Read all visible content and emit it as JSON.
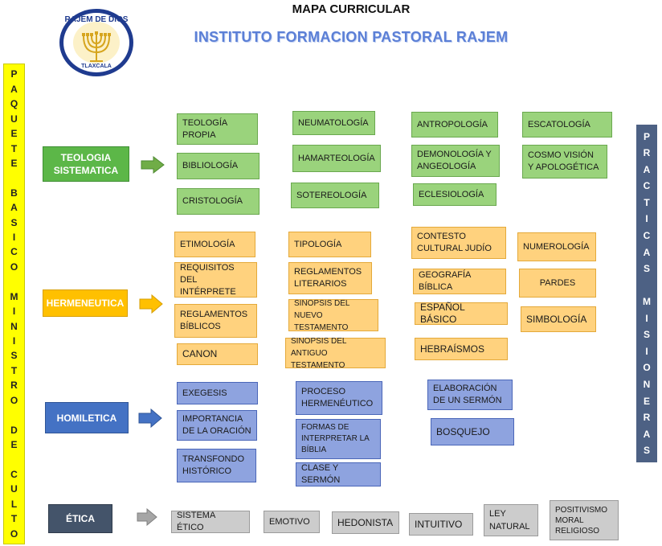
{
  "header": {
    "title": "MAPA CURRICULAR",
    "subtitle": "INSTITUTO FORMACION PASTORAL RAJEM",
    "logo_top": "RAJEM DE DIOS",
    "logo_bottom": "TLAXCALA"
  },
  "left_bar": "PAQUETE BASICO MINISTRO DE CULTO",
  "right_bar": "PRACTICAS MISIONERAS",
  "categories": {
    "teologia": "TEOLOGIA SISTEMATICA",
    "hermeneutica": "HERMENEUTICA",
    "homiletica": "HOMILETICA",
    "etica": "ÉTICA"
  },
  "teologia_items": [
    "TEOLOGÍA PROPIA",
    "BIBLIOLOGÍA",
    "CRISTOLOGÍA",
    "NEUMATOLOGÍA",
    "HAMARTEOLOGÍA",
    "SOTEREOLOGÍA",
    "ANTROPOLOGÍA",
    "DEMONOLOGÍA Y ANGEOLOGÍA",
    "ECLESIOLOGÍA",
    "ESCATOLOGÍA",
    "COSMO VISIÓN Y APOLOGÉTICA"
  ],
  "hermeneutica_items": [
    "ETIMOLOGÍA",
    "REQUISITOS DEL INTÉRPRETE",
    "REGLAMENTOS BÍBLICOS",
    "CANON",
    "TIPOLOGÍA",
    "REGLAMENTOS LITERARIOS",
    "SINOPSIS DEL NUEVO TESTAMENTO",
    "SINOPSIS DEL ANTIGUO TESTAMENTO",
    "CONTESTO CULTURAL JUDÍO",
    "GEOGRAFÍA BÍBLICA",
    "ESPAÑOL BÁSICO",
    "HEBRAÍSMOS",
    "NUMEROLOGÍA",
    "PARDES",
    "SIMBOLOGÍA"
  ],
  "homiletica_items": [
    "EXEGESIS",
    "IMPORTANCIA DE LA ORACIÓN",
    "TRANSFONDO HISTÓRICO",
    "PROCESO HERMENÉUTICO",
    "FORMAS DE INTERPRETAR LA BÍBLIA",
    "CLASE Y SERMÓN",
    "ELABORACIÓN DE UN SERMÓN",
    "BOSQUEJO"
  ],
  "etica_items": [
    "SISTEMA ÉTICO",
    "EMOTIVO",
    "HEDONISTA",
    "INTUITIVO",
    "LEY NATURAL",
    "POSITIVISMO MORAL RELIGIOSO"
  ],
  "colors": {
    "green": "#9ad37c",
    "green_cat": "#5cb748",
    "orange": "#ffd27e",
    "orange_cat": "#ffc000",
    "blue": "#8ea3df",
    "blue_cat": "#4472c4",
    "gray": "#cccccc",
    "gray_cat": "#44546a",
    "left_bar": "#ffff00",
    "right_bar": "#4d6184"
  }
}
